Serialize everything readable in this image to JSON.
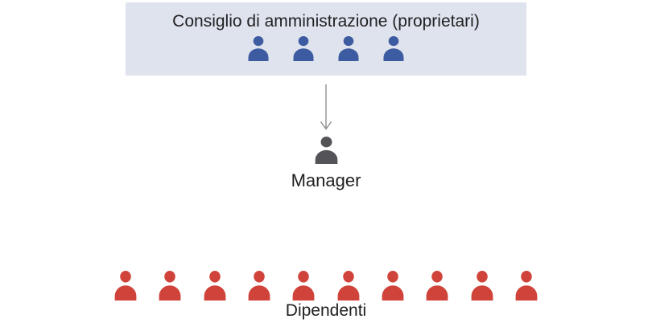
{
  "diagram": {
    "type": "org-hierarchy",
    "text_color": "#212121",
    "board": {
      "label": "Consiglio di amministrazione (proprietari)",
      "member_count": 4,
      "icon": "person-icon",
      "icon_color": "#3c5ba0",
      "bg_color": "#dfe3ee"
    },
    "arrow": {
      "direction": "down",
      "color": "#8e8e8e"
    },
    "manager": {
      "label": "Manager",
      "icon": "person-icon",
      "icon_color": "#545458"
    },
    "employees": {
      "label": "Dipendenti",
      "count": 10,
      "icon": "person-icon",
      "icon_color": "#d0433a"
    }
  }
}
